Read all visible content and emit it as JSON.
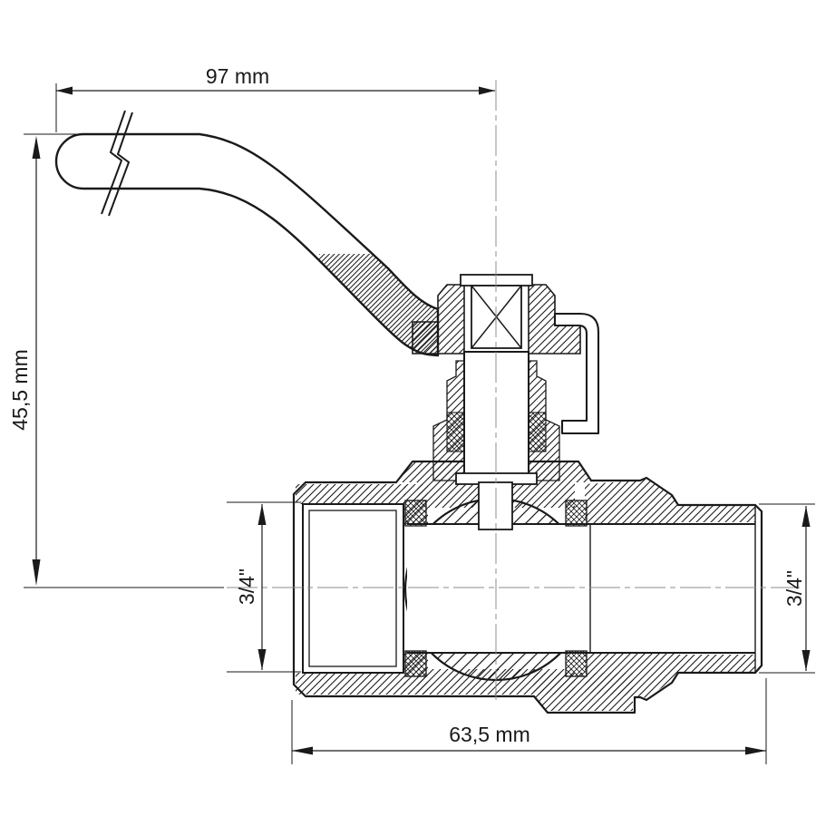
{
  "drawing": {
    "dimensions": {
      "handle_length": "97 mm",
      "overall_height": "45,5 mm",
      "inlet_thread": "3/4\"",
      "outlet_thread": "3/4\"",
      "body_length": "63,5 mm"
    },
    "colors": {
      "line": "#1a1a1a",
      "centerline": "#8c8c8c",
      "background": "#ffffff"
    }
  }
}
